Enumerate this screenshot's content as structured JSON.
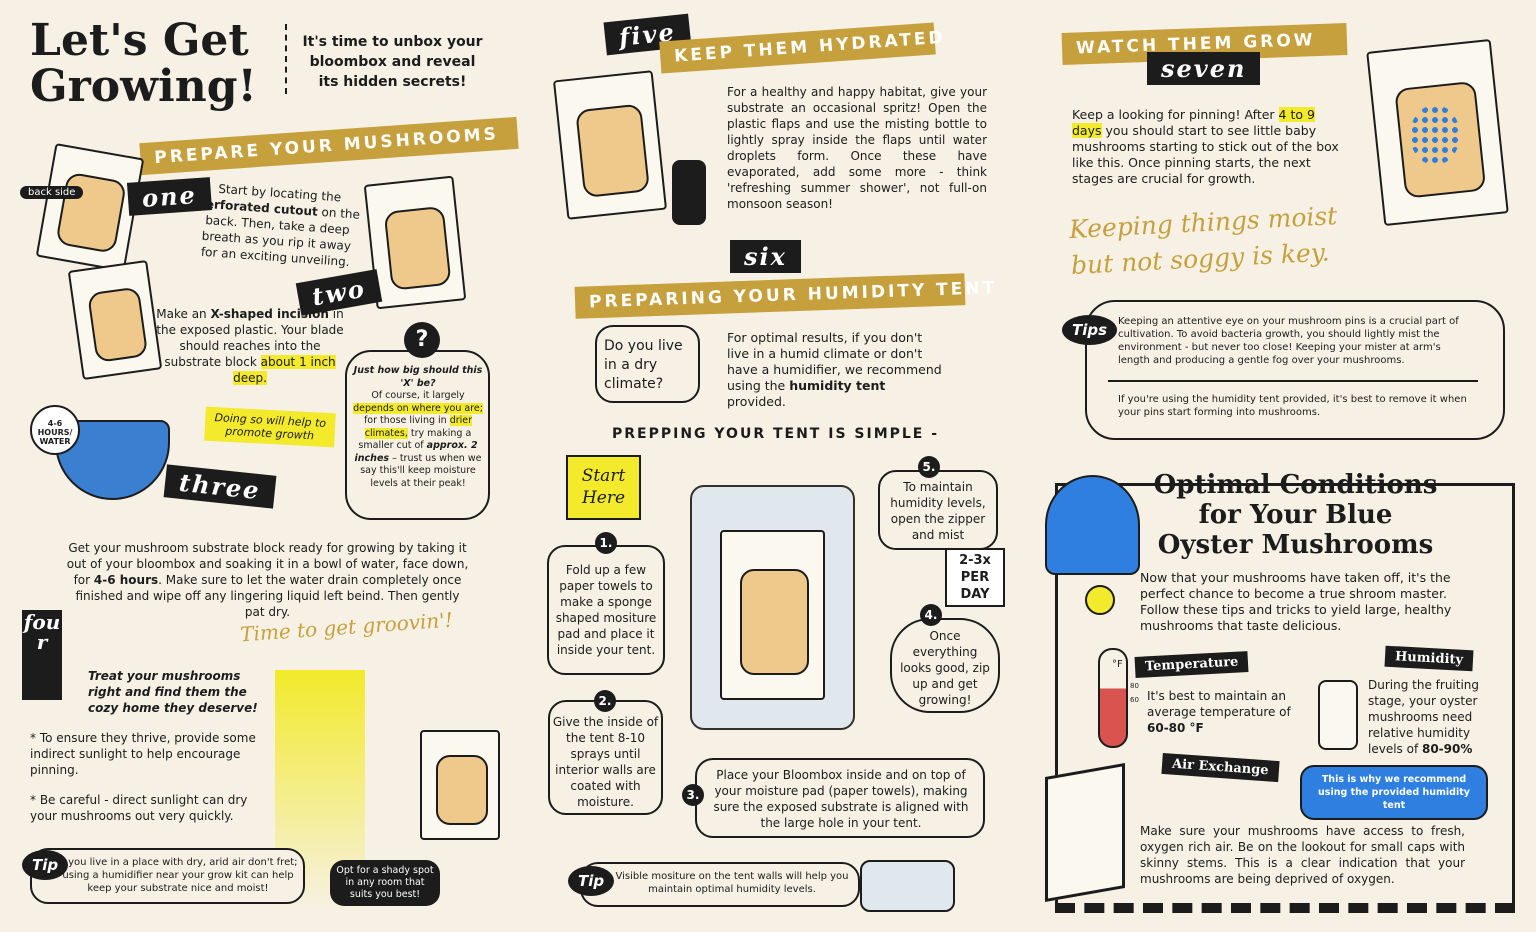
{
  "header": {
    "title_line1": "Let's Get",
    "title_line2": "Growing!",
    "tagline": "It's time to unbox your bloombox and reveal its hidden secrets!"
  },
  "prepare": {
    "banner": "PREPARE YOUR MUSHROOMS",
    "back_side": "back side",
    "one": {
      "num": "one",
      "text_a": "Start by locating the ",
      "text_b": "perforated cutout",
      "text_c": " on the back. Then, take a deep breath as you rip it away for an exciting unveiling."
    },
    "two": {
      "num": "two",
      "text_a": "Make an ",
      "text_b": "X-shaped incision",
      "text_c": " in the exposed plastic. Your blade should reaches into the substrate block ",
      "text_hl": "about 1 inch deep.",
      "note": "Doing so will help to promote growth"
    },
    "question": {
      "mark": "?",
      "title": "Just how big should this 'X' be?",
      "t1": "Of course, it largely ",
      "hl1": "depends on where you are;",
      "t2": " for those living in ",
      "hl2": "drier climates,",
      "t3": " try making a smaller cut of ",
      "b1": "approx. 2 inches",
      "t4": " – trust us when we say this'll keep moisture levels at their peak!"
    },
    "three": {
      "num": "three",
      "badge": "4-6 HOURS/ WATER",
      "text_a": "Get your mushroom substrate block ready for growing by taking it out of your bloombox and soaking it in a bowl of water, face down, for ",
      "text_b": "4-6 hours",
      "text_c": ". Make sure to let the water drain completely once finished and wipe off any lingering liquid left beind. Then gently pat dry."
    },
    "script": "Time to get groovin'!",
    "four": {
      "num": "four",
      "intro": "Treat your mushrooms right and find them the cozy home they deserve!",
      "bullets": [
        "To ensure they thrive, provide some indirect sunlight to help encourage pinning.",
        "Be careful - direct sunlight can dry your mushrooms out very quickly."
      ]
    },
    "tip": {
      "badge": "Tip",
      "text": "If you live in a place with dry, arid air don't fret; using a humidifier near your grow kit can help keep your substrate nice and moist!"
    },
    "shady": "Opt for a shady spot in any room that suits you best!"
  },
  "hydrate": {
    "num": "five",
    "banner": "KEEP THEM HYDRATED",
    "text": "For a healthy and happy habitat, give your substrate an occasional spritz! Open the plastic flaps and use the misting bottle to lightly spray inside the flaps until water droplets form. Once these have evaporated, add some more - think 'refreshing summer shower', not full-on monsoon season!"
  },
  "tent": {
    "num": "six",
    "banner": "PREPARING YOUR HUMIDITY TENT",
    "question": "Do you live in a dry climate?",
    "text_a": "For optimal results, if you don't live in a humid climate or don't have a humidifier, we recommend using the ",
    "text_b": "humidity tent",
    "text_c": " provided.",
    "simple": "PREPPING YOUR TENT IS SIMPLE -",
    "start": "Start Here",
    "steps": [
      {
        "n": "1.",
        "text": "Fold up a few paper towels to make a sponge shaped mositure pad and place it inside your tent."
      },
      {
        "n": "2.",
        "text": "Give the inside of the tent 8-10 sprays until interior walls are coated with moisture."
      },
      {
        "n": "3.",
        "text": "Place your Bloombox inside and on top of your moisture pad (paper towels), making sure the exposed substrate is aligned with the large hole in your tent."
      },
      {
        "n": "4.",
        "text": "Once everything looks good, zip up and get growing!"
      },
      {
        "n": "5.",
        "text": "To maintain humidity levels, open the zipper and mist"
      }
    ],
    "per_day": "2-3x PER DAY",
    "tip": {
      "badge": "Tip",
      "text": "Visible mositure on the tent walls will help you maintain optimal humidity levels."
    }
  },
  "grow": {
    "banner": "WATCH THEM GROW",
    "num": "seven",
    "text_a": "Keep a looking for pinning! After ",
    "text_hl": "4 to 9 days",
    "text_b": " you should start to see little baby mushrooms starting to stick out of the box like this. Once pinning starts, the next stages are crucial for growth.",
    "script": "Keeping things moist but not soggy is key.",
    "tips": {
      "badge": "Tips",
      "p1": "Keeping an attentive eye on your mushroom pins is a crucial part of cultivation. To avoid bacteria growth, you should lightly mist the environment - but never too close! Keeping your mister at arm's length and producing a gentle fog over your mushrooms.",
      "p2": "If you're using the humidity tent provided, it's best to remove it when your pins start forming into mushrooms."
    }
  },
  "optimal": {
    "title": "Optimal Conditions for Your Blue Oyster Mushrooms",
    "intro": "Now that your mushrooms have taken off, it's the perfect chance to become a true shroom master. Follow these tips and tricks to yield large, healthy mushrooms that taste delicious.",
    "temperature": {
      "label": "Temperature",
      "text_a": "It's best to maintain an average temperature of ",
      "text_b": "60-80 °F",
      "unit": "°F",
      "ticks": [
        "80",
        "60"
      ]
    },
    "humidity": {
      "label": "Humidity",
      "text_a": "During the fruiting stage, your oyster mushrooms need relative humidity levels of ",
      "text_b": "80-90%",
      "cta": "This is why we recommend using the provided humidity tent"
    },
    "air": {
      "label": "Air Exchange",
      "text": "Make sure your mushrooms have access to fresh, oxygen rich air. Be on the lookout for small caps with skinny stems. This is a clear indication that your mushrooms are being deprived of oxygen."
    }
  },
  "colors": {
    "gold": "#c7a03e",
    "black": "#1c1c1c",
    "cream": "#f6f1e4",
    "highlight": "#f2ea2a",
    "blue": "#2f7fe0"
  }
}
